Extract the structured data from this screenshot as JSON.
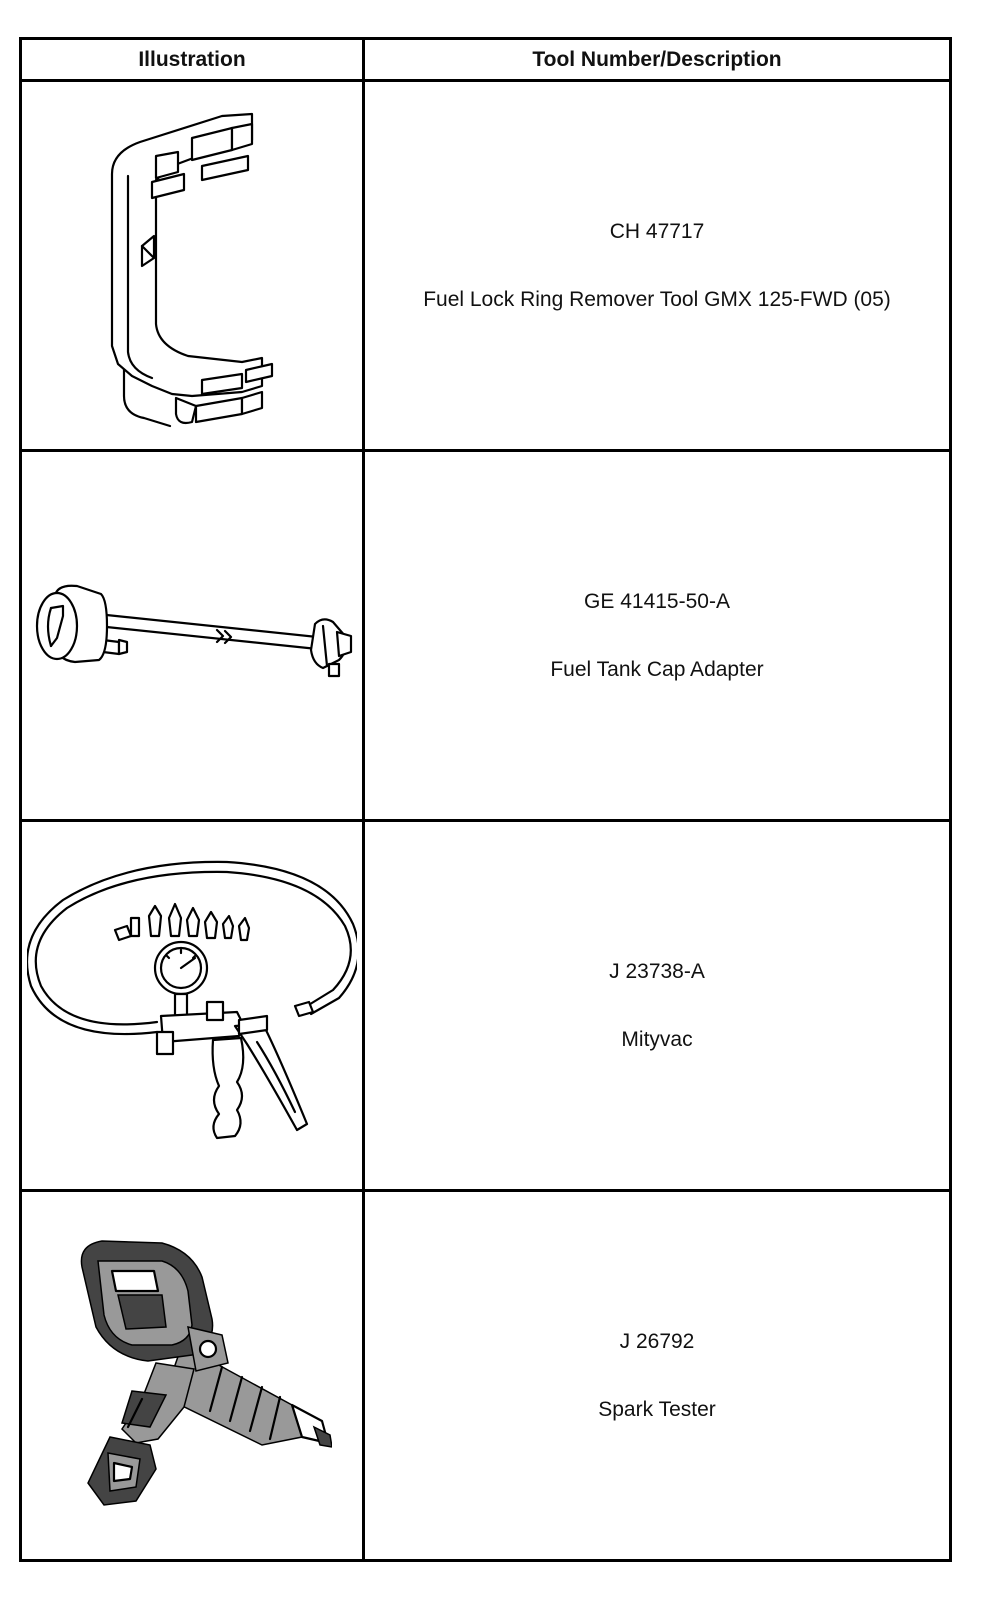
{
  "table": {
    "headers": {
      "illustration": "Illustration",
      "tool": "Tool Number/Description"
    },
    "rows": [
      {
        "number": "CH 47717",
        "description": "Fuel Lock Ring Remover Tool GMX 125-FWD (05)",
        "icon": "lock-ring-remover-tool-icon"
      },
      {
        "number": "GE 41415-50-A",
        "description": "Fuel Tank Cap Adapter",
        "icon": "fuel-tank-cap-adapter-icon"
      },
      {
        "number": "J 23738-A",
        "description": "Mityvac",
        "icon": "mityvac-vacuum-pump-icon"
      },
      {
        "number": "J 26792",
        "description": "Spark Tester",
        "icon": "spark-tester-icon"
      }
    ]
  }
}
